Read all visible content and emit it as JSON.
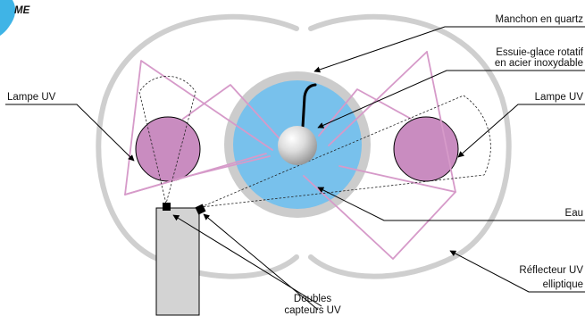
{
  "logo": {
    "text": "ME",
    "color": "#59c6ea"
  },
  "labels": {
    "quartz_sleeve": "Manchon en quartz",
    "wiper_line1": "Essuie-glace rotatif",
    "wiper_line2": "en acier inoxydable",
    "uv_lamp_left": "Lampe UV",
    "uv_lamp_right": "Lampe UV",
    "water": "Eau",
    "reflector_line1": "Réflecteur UV",
    "reflector_line2": "elliptique",
    "sensors_line1": "Doubles",
    "sensors_line2": "capteurs UV"
  },
  "colors": {
    "reflector": "#cfcfcf",
    "quartz_sleeve": "#cccccc",
    "water": "#78c1ec",
    "uv_lamp": "#c98cc0",
    "uv_rays": "#d69ac9",
    "sensor_housing": "#d3d3d3",
    "sensor": "#000000",
    "leader_lines": "#000000"
  }
}
